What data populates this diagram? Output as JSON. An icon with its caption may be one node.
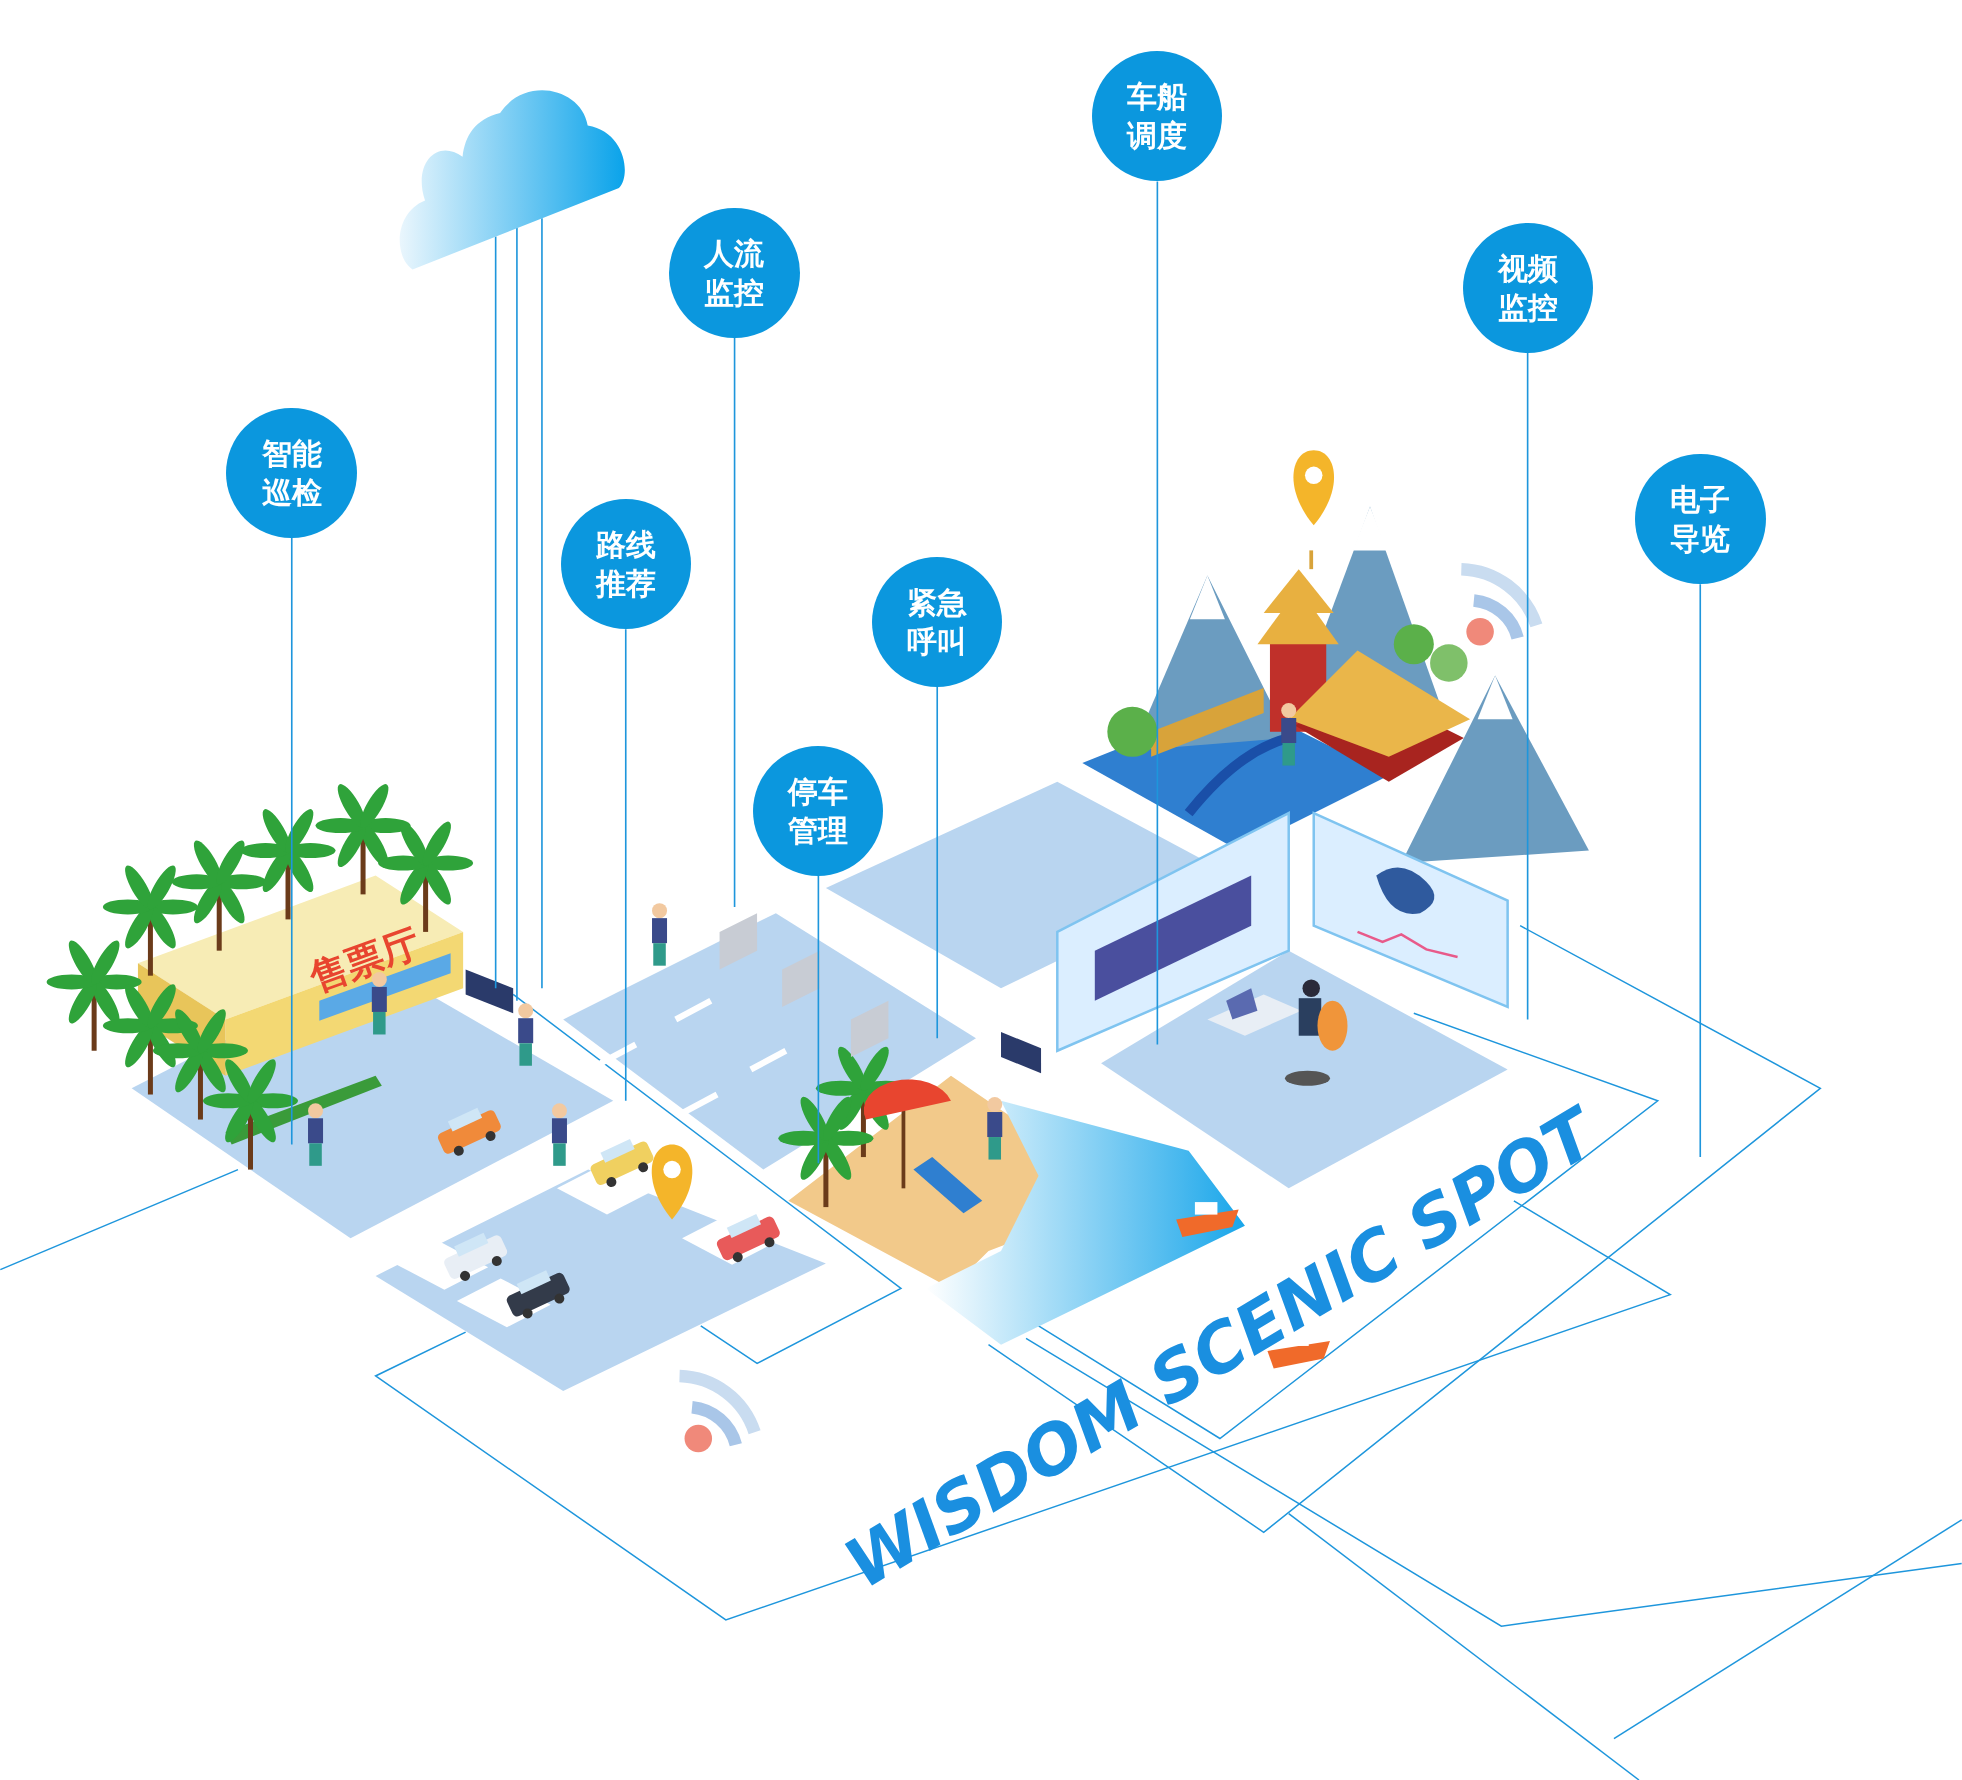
{
  "diagram": {
    "nodes": [
      {
        "text": [
          "智能巡检"
        ]
      },
      {
        "text": [],
        "shape": "cloud"
      },
      {
        "text": [
          "路线推荐"
        ]
      },
      {
        "text": [
          "人流监控"
        ]
      },
      {
        "text": [
          "停车管理"
        ]
      },
      {
        "text": [
          "紧急呼叫"
        ]
      },
      {
        "text": [
          "车船调度"
        ]
      },
      {
        "text": [
          "视频监控"
        ]
      },
      {
        "text": [
          "电子导览"
        ]
      }
    ],
    "edges": [
      {
        "from": 0,
        "to": null,
        "arrow": "none"
      },
      {
        "from": 1,
        "to": null,
        "arrow": "none"
      },
      {
        "from": 1,
        "to": null,
        "arrow": "none"
      },
      {
        "from": 1,
        "to": null,
        "arrow": "none"
      },
      {
        "from": 2,
        "to": null,
        "arrow": "none"
      },
      {
        "from": 3,
        "to": null,
        "arrow": "none"
      },
      {
        "from": 4,
        "to": null,
        "arrow": "none"
      },
      {
        "from": 5,
        "to": null,
        "arrow": "none"
      },
      {
        "from": 6,
        "to": null,
        "arrow": "none"
      },
      {
        "from": 7,
        "to": null,
        "arrow": "none"
      },
      {
        "from": 8,
        "to": null,
        "arrow": "none"
      }
    ],
    "labels": [
      "售票厅",
      "WISDOM SCENIC SPOT"
    ]
  }
}
